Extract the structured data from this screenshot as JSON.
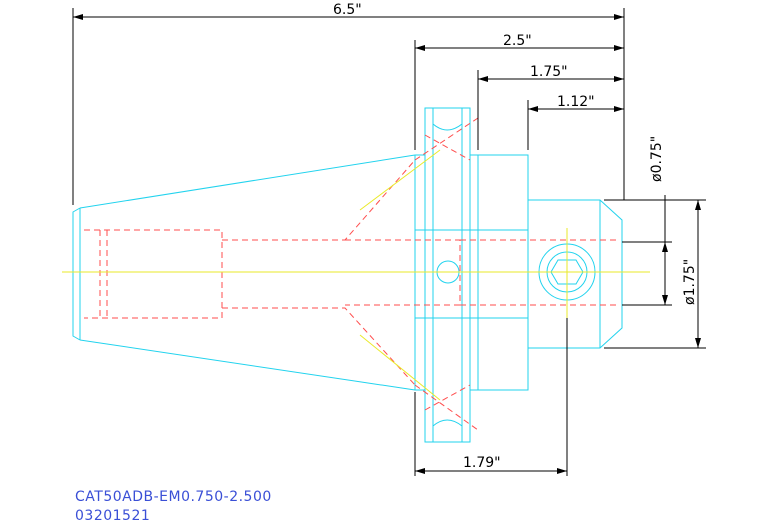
{
  "dimensions": {
    "overall_length": "6.5\"",
    "flange_to_end": "2.5\"",
    "body_length": "1.75\"",
    "nose_length": "1.12\"",
    "bore_diameter": "ø0.75\"",
    "nose_diameter": "ø1.75\"",
    "bottom_length": "1.79\""
  },
  "title_block": {
    "part_number": "CAT50ADB-EM0.750-2.500",
    "code": "03201521"
  },
  "colors": {
    "outline": "#22d3ee",
    "hidden": "#ff4d4d",
    "centerline": "#eaea2a",
    "dimension": "#000000",
    "title": "#3a4fd6"
  }
}
